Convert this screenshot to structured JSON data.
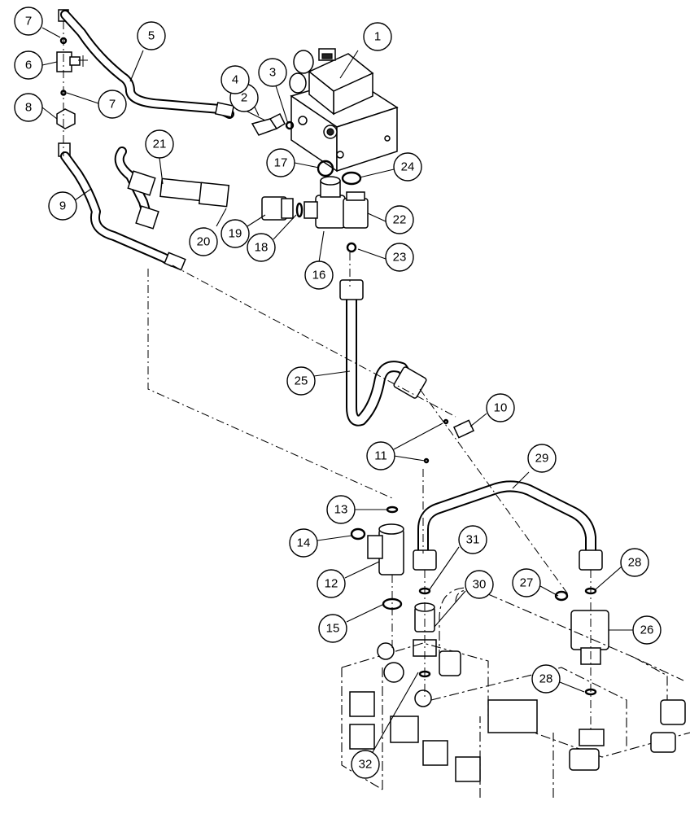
{
  "diagram": {
    "callouts": [
      {
        "id": "c1",
        "label": "1"
      },
      {
        "id": "c2",
        "label": "2"
      },
      {
        "id": "c3",
        "label": "3"
      },
      {
        "id": "c4",
        "label": "4"
      },
      {
        "id": "c5",
        "label": "5"
      },
      {
        "id": "c6",
        "label": "6"
      },
      {
        "id": "c7a",
        "label": "7"
      },
      {
        "id": "c7b",
        "label": "7"
      },
      {
        "id": "c8",
        "label": "8"
      },
      {
        "id": "c9",
        "label": "9"
      },
      {
        "id": "c10",
        "label": "10"
      },
      {
        "id": "c11",
        "label": "11"
      },
      {
        "id": "c12",
        "label": "12"
      },
      {
        "id": "c13",
        "label": "13"
      },
      {
        "id": "c14",
        "label": "14"
      },
      {
        "id": "c15",
        "label": "15"
      },
      {
        "id": "c16",
        "label": "16"
      },
      {
        "id": "c17",
        "label": "17"
      },
      {
        "id": "c18",
        "label": "18"
      },
      {
        "id": "c19",
        "label": "19"
      },
      {
        "id": "c20",
        "label": "20"
      },
      {
        "id": "c21",
        "label": "21"
      },
      {
        "id": "c22",
        "label": "22"
      },
      {
        "id": "c23",
        "label": "23"
      },
      {
        "id": "c24",
        "label": "24"
      },
      {
        "id": "c25",
        "label": "25"
      },
      {
        "id": "c26",
        "label": "26"
      },
      {
        "id": "c27",
        "label": "27"
      },
      {
        "id": "c28a",
        "label": "28"
      },
      {
        "id": "c28b",
        "label": "28"
      },
      {
        "id": "c29",
        "label": "29"
      },
      {
        "id": "c30",
        "label": "30"
      },
      {
        "id": "c31",
        "label": "31"
      },
      {
        "id": "c32",
        "label": "32"
      }
    ]
  }
}
